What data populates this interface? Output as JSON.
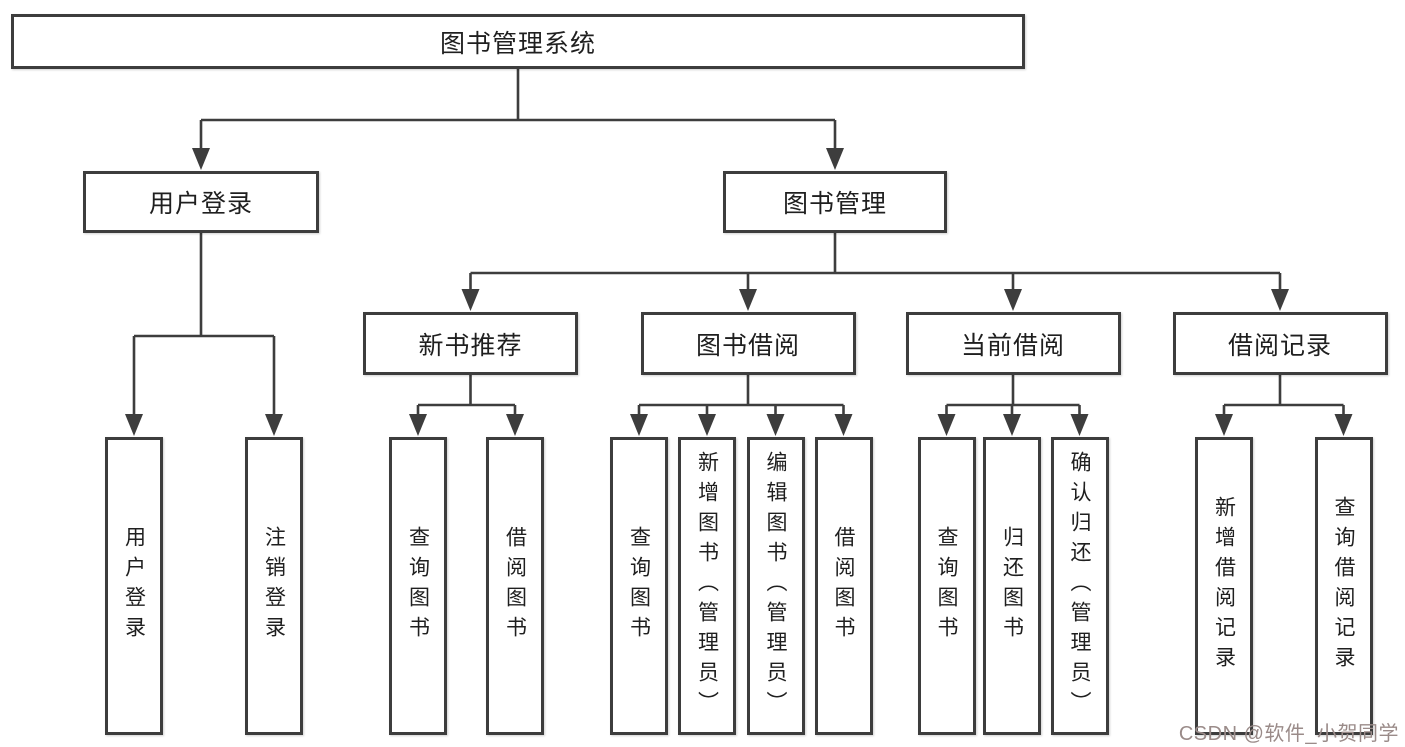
{
  "colors": {
    "line": "#3d3d3d",
    "text": "#1f1f1f",
    "box_fill": "#ffffff",
    "background": "#ffffff",
    "watermark": "#9a8b89"
  },
  "diagram": {
    "title": "图书管理系统",
    "root": {
      "label": "图书管理系统"
    },
    "level2": [
      {
        "label": "用户登录",
        "parent": "图书管理系统"
      },
      {
        "label": "图书管理",
        "parent": "图书管理系统"
      }
    ],
    "level3": [
      {
        "label": "新书推荐",
        "parent": "图书管理"
      },
      {
        "label": "图书借阅",
        "parent": "图书管理"
      },
      {
        "label": "当前借阅",
        "parent": "图书管理"
      },
      {
        "label": "借阅记录",
        "parent": "图书管理"
      }
    ],
    "leaves": [
      {
        "label": "用户登录",
        "parent": "用户登录"
      },
      {
        "label": "注销登录",
        "parent": "用户登录"
      },
      {
        "label": "查询图书",
        "parent": "新书推荐"
      },
      {
        "label": "借阅图书",
        "parent": "新书推荐"
      },
      {
        "label": "查询图书",
        "parent": "图书借阅"
      },
      {
        "label": "新增图书（管理员）",
        "parent": "图书借阅"
      },
      {
        "label": "编辑图书（管理员）",
        "parent": "图书借阅"
      },
      {
        "label": "借阅图书",
        "parent": "图书借阅"
      },
      {
        "label": "查询图书",
        "parent": "当前借阅"
      },
      {
        "label": "归还图书",
        "parent": "当前借阅"
      },
      {
        "label": "确认归还（管理员）",
        "parent": "当前借阅"
      },
      {
        "label": "新增借阅记录",
        "parent": "借阅记录"
      },
      {
        "label": "查询借阅记录",
        "parent": "借阅记录"
      }
    ]
  },
  "watermark": {
    "text": "CSDN @软件_小贺同学"
  }
}
